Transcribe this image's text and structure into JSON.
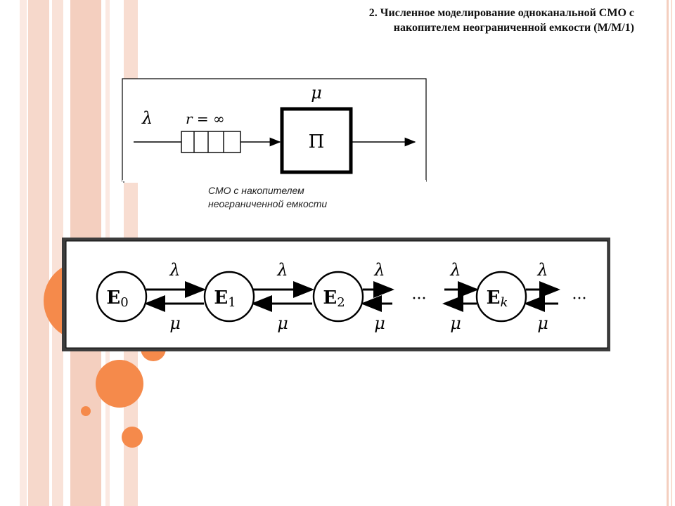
{
  "title": {
    "line1": "2. Численное моделирование одноканальной СМО с",
    "line2": "накопителем неограниченной емкости (М/М/1)"
  },
  "colors": {
    "accent": "#f58a4b",
    "stripe": "#f6d8cb",
    "line": "#000000"
  },
  "queue_diagram": {
    "arrival_label": "λ",
    "capacity_label": "r = ∞",
    "service_label": "μ",
    "server_label": "П"
  },
  "caption": {
    "line1": "СМО с накопителем",
    "line2": "неограниченной емкости"
  },
  "state_graph": {
    "states": [
      {
        "name": "E",
        "sub": "0"
      },
      {
        "name": "E",
        "sub": "1"
      },
      {
        "name": "E",
        "sub": "2"
      },
      {
        "name": "E",
        "sub": "k"
      }
    ],
    "forward_label": "λ",
    "backward_label": "μ",
    "ellipsis": "···"
  }
}
